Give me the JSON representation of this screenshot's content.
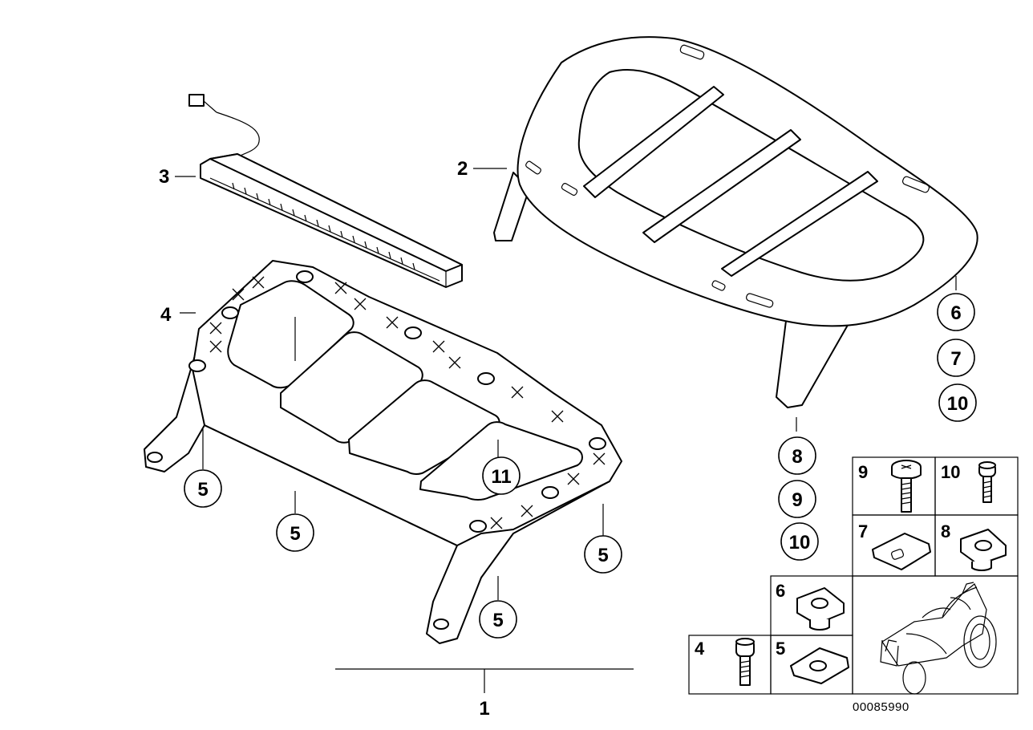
{
  "diagram": {
    "reference_number": "00085990",
    "assembly_label": "1",
    "labels": {
      "p2": "2",
      "p3": "3",
      "p4": "4"
    },
    "callouts": {
      "c5a": "5",
      "c5b": "5",
      "c5c": "5",
      "c5d": "5",
      "c6": "6",
      "c7": "7",
      "c10a": "10",
      "c8": "8",
      "c9": "9",
      "c10b": "10",
      "c11": "11"
    },
    "grid_cells": {
      "g9": "9",
      "g10": "10",
      "g7": "7",
      "g8": "8",
      "g6": "6",
      "g4": "4",
      "g5": "5"
    }
  }
}
